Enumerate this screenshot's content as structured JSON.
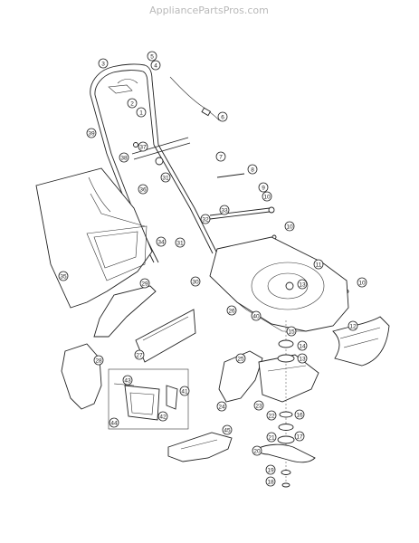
{
  "watermark": "AppliancePartsPros.com",
  "callouts": [
    {
      "id": "c1",
      "label": "1"
    },
    {
      "id": "c2",
      "label": "2"
    },
    {
      "id": "c3",
      "label": "3"
    },
    {
      "id": "c4",
      "label": "4"
    },
    {
      "id": "c5",
      "label": "5"
    },
    {
      "id": "c6",
      "label": "6"
    },
    {
      "id": "c7",
      "label": "7"
    },
    {
      "id": "c8",
      "label": "8"
    },
    {
      "id": "c9",
      "label": "9"
    },
    {
      "id": "c10a",
      "label": "10"
    },
    {
      "id": "c10b",
      "label": "10"
    },
    {
      "id": "c10c",
      "label": "10"
    },
    {
      "id": "c11",
      "label": "11"
    },
    {
      "id": "c12",
      "label": "12"
    },
    {
      "id": "c13a",
      "label": "13"
    },
    {
      "id": "c13b",
      "label": "13"
    },
    {
      "id": "c14",
      "label": "14"
    },
    {
      "id": "c15",
      "label": "15"
    },
    {
      "id": "c16",
      "label": "16"
    },
    {
      "id": "c17",
      "label": "17"
    },
    {
      "id": "c18",
      "label": "18"
    },
    {
      "id": "c19",
      "label": "19"
    },
    {
      "id": "c20",
      "label": "20"
    },
    {
      "id": "c21",
      "label": "21"
    },
    {
      "id": "c22",
      "label": "22"
    },
    {
      "id": "c23",
      "label": "23"
    },
    {
      "id": "c24",
      "label": "24"
    },
    {
      "id": "c25",
      "label": "25"
    },
    {
      "id": "c26",
      "label": "26"
    },
    {
      "id": "c27",
      "label": "27"
    },
    {
      "id": "c28",
      "label": "28"
    },
    {
      "id": "c29",
      "label": "29"
    },
    {
      "id": "c30",
      "label": "30"
    },
    {
      "id": "c31a",
      "label": "31"
    },
    {
      "id": "c31b",
      "label": "31"
    },
    {
      "id": "c32",
      "label": "32"
    },
    {
      "id": "c33",
      "label": "33"
    },
    {
      "id": "c34",
      "label": "34"
    },
    {
      "id": "c35",
      "label": "35"
    },
    {
      "id": "c36",
      "label": "36"
    },
    {
      "id": "c37",
      "label": "37"
    },
    {
      "id": "c38",
      "label": "38"
    },
    {
      "id": "c39",
      "label": "39"
    },
    {
      "id": "c40",
      "label": "40"
    },
    {
      "id": "c41",
      "label": "41"
    },
    {
      "id": "c42",
      "label": "42"
    },
    {
      "id": "c43",
      "label": "43"
    },
    {
      "id": "c44",
      "label": "44"
    },
    {
      "id": "c45",
      "label": "45"
    }
  ]
}
